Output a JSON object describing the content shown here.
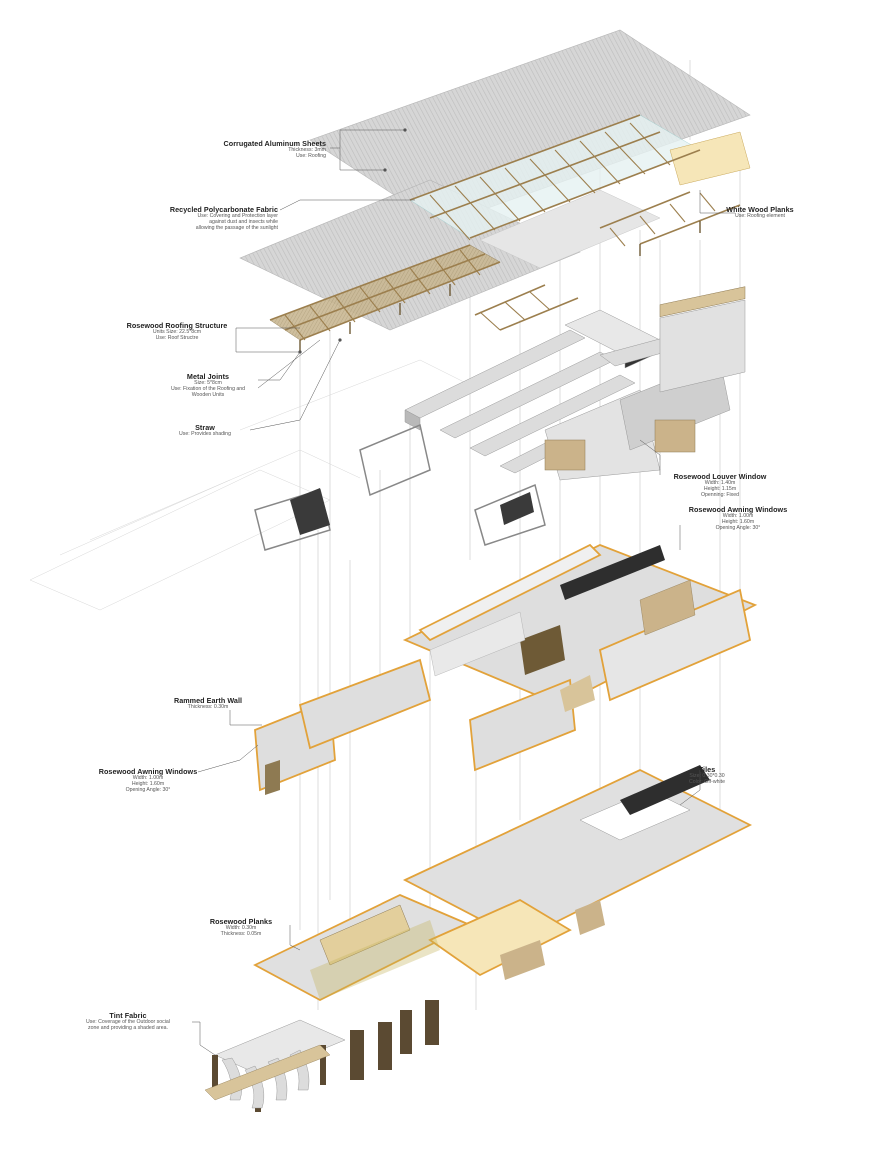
{
  "labels": {
    "corrugated": {
      "title": "Corrugated Aluminum Sheets",
      "lines": [
        "Thickness: 3mm",
        "Use: Roofing"
      ]
    },
    "polycarbonate": {
      "title": "Recycled Polycarbonate Fabric",
      "lines": [
        "Use: Covering and Protection layer",
        "against dust and insects while",
        "allowing the passage of the sunlight"
      ]
    },
    "white_wood": {
      "title": "White Wood Planks",
      "lines": [
        "Use: Roofing element"
      ]
    },
    "roofing_structure": {
      "title": "Rosewood Roofing Structure",
      "lines": [
        "Units Size: 22.5*8cm",
        "Use: Roof Structre"
      ]
    },
    "metal_joints": {
      "title": "Metal Joints",
      "lines": [
        "Size: 5*8cm",
        "Use: Fixation of the Roofing and",
        "Wooden Units"
      ]
    },
    "straw": {
      "title": "Straw",
      "lines": [
        "Use: Provides shading"
      ]
    },
    "louver": {
      "title": "Rosewood Louver Window",
      "lines": [
        "Width: 1.40m",
        "Height: 1.15m",
        "Openning: Fixed"
      ]
    },
    "awning_upper": {
      "title": "Rosewood Awning Windows",
      "lines": [
        "Width: 1.00m",
        "Height: 1.60m",
        "Opening Angle: 30°"
      ]
    },
    "rammed_earth": {
      "title": "Rammed Earth Wall",
      "lines": [
        "Thickness: 0.30m"
      ]
    },
    "awning_lower": {
      "title": "Rosewood Awning Windows",
      "lines": [
        "Width: 1.00m",
        "Height: 1.60m",
        "Opening Angle: 30°"
      ]
    },
    "tiles": {
      "title": "Tiles",
      "lines": [
        "Size: 0.30*0.30",
        "Color: Off-white"
      ]
    },
    "planks": {
      "title": "Rosewood Planks",
      "lines": [
        "Width: 0.30m",
        "Thickness: 0.05m"
      ]
    },
    "tint": {
      "title": "Tint Fabric",
      "lines": [
        "Use: Coverage of the Outdoor social",
        "zone and providing a shaded area."
      ]
    }
  },
  "colors": {
    "wood": "#a88a5a",
    "wood_light": "#d8c49a",
    "orange_edge": "#e2a23a",
    "wall": "#dcdcdc",
    "wall_dark": "#b9b9b9",
    "roof": "#cfcfcf",
    "window_dark": "#3a3a3a",
    "floor_yellow": "#f6e6b8",
    "leader": "#555555"
  },
  "icons": {
    "joint": "dot-icon"
  }
}
